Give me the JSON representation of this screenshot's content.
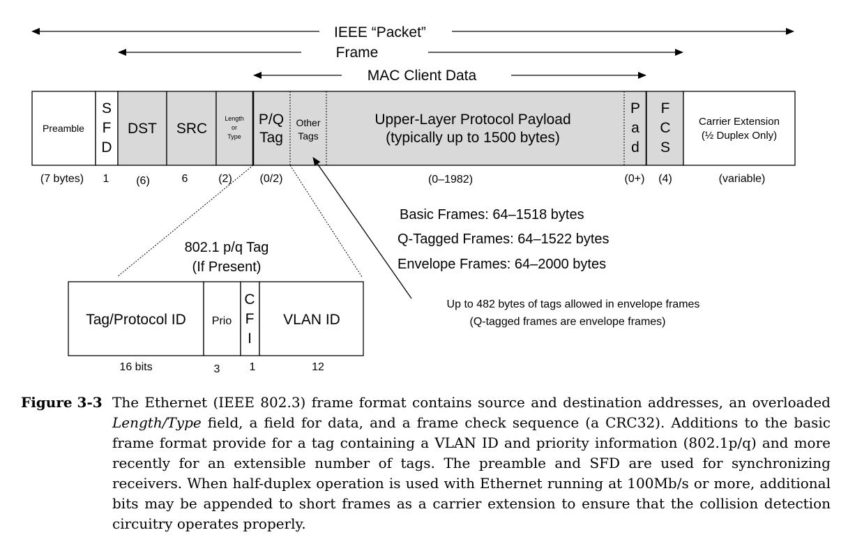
{
  "top_labels": {
    "packet": "IEEE “Packet”",
    "frame": "Frame",
    "mac_client": "MAC Client Data"
  },
  "fields": {
    "preamble": "Preamble",
    "sfd": [
      "S",
      "F",
      "D"
    ],
    "dst": "DST",
    "src": "SRC",
    "length_type": [
      "Length",
      "or",
      "Type"
    ],
    "pq_tag": [
      "P/Q",
      "Tag"
    ],
    "other_tags": [
      "Other",
      "Tags"
    ],
    "payload": [
      "Upper-Layer Protocol Payload",
      "(typically up to 1500 bytes)"
    ],
    "pad": [
      "P",
      "a",
      "d"
    ],
    "fcs": [
      "F",
      "C",
      "S"
    ],
    "carrier_ext": [
      "Carrier Extension",
      "(½ Duplex Only)"
    ]
  },
  "sizes": {
    "preamble": "(7 bytes)",
    "sfd": "1",
    "dst": "(6)",
    "src": "6",
    "length_type": "(2)",
    "pq_tag": "(0/2)",
    "payload": "(0–1982)",
    "pad": "(0+)",
    "fcs": "(4)",
    "carrier_ext": "(variable)"
  },
  "frame_sizes": [
    "Basic Frames: 64–1518 bytes",
    "Q-Tagged Frames: 64–1522 bytes",
    "Envelope Frames: 64–2000 bytes"
  ],
  "tag_note": [
    "Up to 482 bytes of tags allowed in envelope frames",
    "(Q-tagged frames are envelope frames)"
  ],
  "tag_detail": {
    "title": [
      "802.1 p/q Tag",
      "(If Present)"
    ],
    "tpid": "Tag/Protocol ID",
    "prio": "Prio",
    "cfi": [
      "C",
      "F",
      "I"
    ],
    "vlan": "VLAN ID",
    "sizes": [
      "16 bits",
      "3",
      "1",
      "12"
    ]
  },
  "colors": {
    "shaded": "#d9d9d9",
    "line": "#000000"
  },
  "caption": {
    "label": "Figure 3-3",
    "text_a": "The Ethernet (IEEE 802.3) frame format contains source and destination addresses, an overloaded ",
    "text_italic": "Length/Type",
    "text_b": " field, a field for data, and a frame check sequence (a CRC32). Additions to the basic frame format provide for a tag containing a VLAN ID and priority information (802.1p/q) and more recently for an extensible number of tags. The preamble and SFD are used for synchronizing receivers. When half-duplex operation is used with Ethernet running at 100Mb/s or more, additional bits may be appended to short frames as a carrier extension to ensure that the collision detection circuitry operates properly."
  }
}
